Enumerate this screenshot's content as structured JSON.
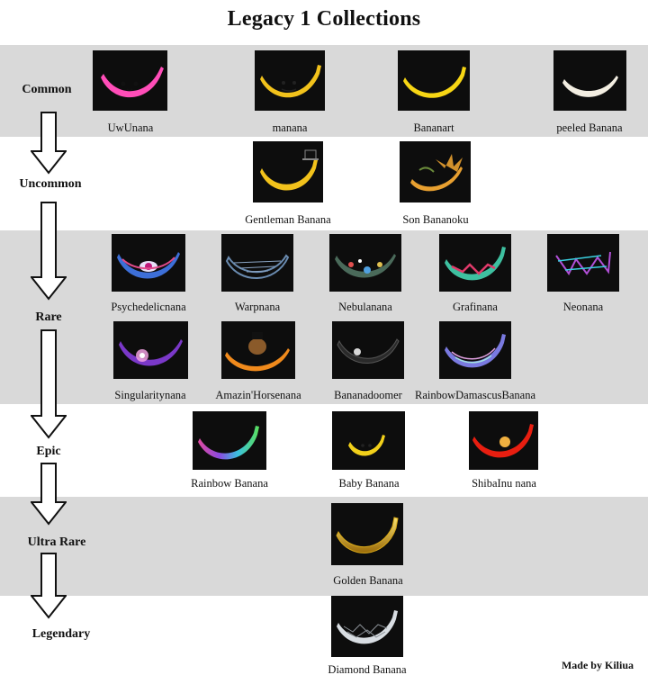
{
  "title": "Legacy 1 Collections",
  "credit": "Made by Kiliua",
  "tiers": {
    "common": "Common",
    "uncommon": "Uncommon",
    "rare": "Rare",
    "epic": "Epic",
    "ultra_rare": "Ultra Rare",
    "legendary": "Legendary"
  },
  "items": {
    "uwunana": {
      "name": "UwUnana",
      "color": "#ff4db8"
    },
    "manana": {
      "name": "manana",
      "color": "#f2c21b"
    },
    "bananart": {
      "name": "Bananart",
      "color": "#f7d614"
    },
    "peeled": {
      "name": "peeled Banana",
      "color": "#f3eee2"
    },
    "gentleman": {
      "name": "Gentleman Banana",
      "color": "#f2c21b"
    },
    "son": {
      "name": "Son Bananoku",
      "color": "#e8a030"
    },
    "psychedelic": {
      "name": "Psychedelicnana",
      "color": "#3d6fd8"
    },
    "warp": {
      "name": "Warpnana",
      "color": "#6a8bb0"
    },
    "nebula": {
      "name": "Nebulanana",
      "color": "#4a6a5a"
    },
    "grafi": {
      "name": "Grafinana",
      "color": "#3ec0a0"
    },
    "neon": {
      "name": "Neonana",
      "color": "#b04fd6"
    },
    "singularity": {
      "name": "Singularitynana",
      "color": "#7a38c8"
    },
    "horse": {
      "name": "Amazin'Horsenana",
      "color": "#f08a1c"
    },
    "doomer": {
      "name": "Bananadoomer",
      "color": "#2a2a2a"
    },
    "damascus": {
      "name": "RainbowDamascusBanana",
      "color": "#7a7ae0"
    },
    "rainbow": {
      "name": "Rainbow Banana",
      "color": "#e04aa0"
    },
    "baby": {
      "name": "Baby Banana",
      "color": "#f2d01a"
    },
    "shiba": {
      "name": "ShibaInu nana",
      "color": "#e81e10"
    },
    "golden": {
      "name": "Golden Banana",
      "color": "#d8a818"
    },
    "diamond": {
      "name": "Diamond Banana",
      "color": "#d8dde2"
    }
  }
}
